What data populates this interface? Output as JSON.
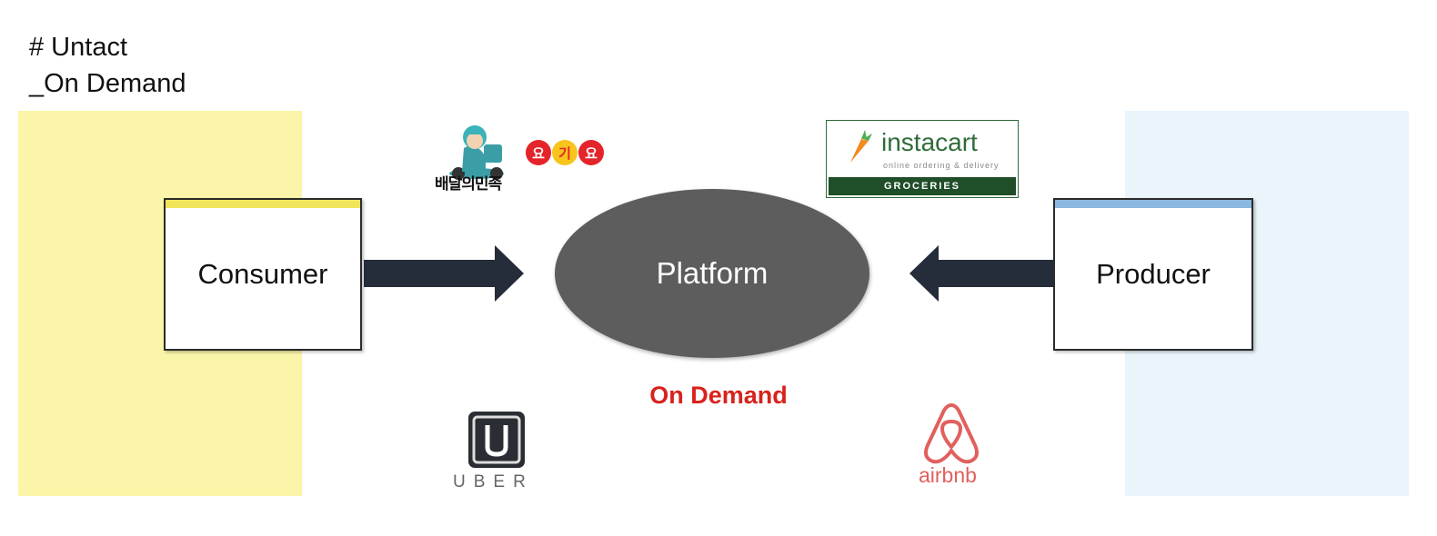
{
  "slide": {
    "title_line1": "# Untact",
    "title_line2": "_On Demand"
  },
  "diagram": {
    "consumer_label": "Consumer",
    "platform_label": "Platform",
    "producer_label": "Producer",
    "on_demand_label": "On Demand"
  },
  "logos": {
    "baemin_text": "배달의민족",
    "yogiyo_chars": [
      "요",
      "기",
      "요"
    ],
    "instacart_name": "instacart",
    "instacart_tagline": "online ordering & delivery",
    "instacart_category": "GROCERIES",
    "uber_name": "UBER",
    "airbnb_name": "airbnb"
  },
  "colors": {
    "consumer_band": "#faf5a8",
    "producer_band": "#e9f4fb",
    "platform_fill": "#5d5d5d",
    "arrow_fill": "#252c3a",
    "on_demand_text": "#d8221c",
    "instacart_green": "#2f6b3a",
    "airbnb_red": "#e0605d"
  }
}
